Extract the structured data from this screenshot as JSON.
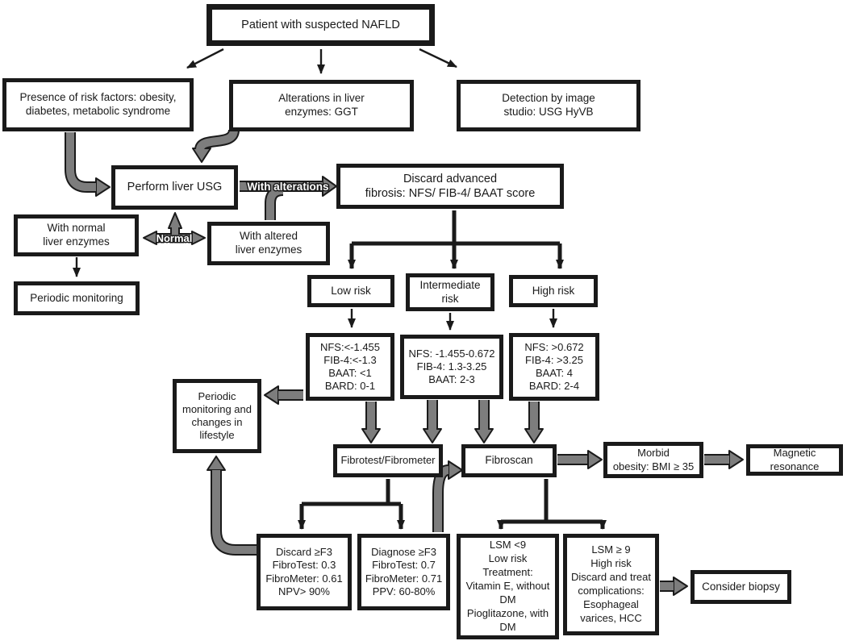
{
  "diagram": {
    "colors": {
      "line": "#1a1a1a",
      "arrow_gray": "#7d7d7d",
      "box_fill": "#ffffff",
      "label_text": "#ffffff"
    },
    "nodes": {
      "patient": {
        "label": "Patient with suspected NAFLD"
      },
      "risk_factors": {
        "label": "Presence of risk factors: obesity,\ndiabetes, metabolic syndrome"
      },
      "liver_enzymes": {
        "label": "Alterations in liver\nenzymes: GGT"
      },
      "image_detection": {
        "label": "Detection by image\nstudio: USG HyVB"
      },
      "perform_usg": {
        "label": "Perform liver USG"
      },
      "discard_fibrosis": {
        "label": "Discard advanced\nfibrosis: NFS/ FIB-4/ BAAT score"
      },
      "normal_enzymes": {
        "label": "With normal\nliver enzymes"
      },
      "altered_enzymes": {
        "label": "With altered\nliver enzymes"
      },
      "periodic_monitoring": {
        "label": "Periodic monitoring"
      },
      "low_risk": {
        "label": "Low risk"
      },
      "intermediate_risk": {
        "label": "Intermediate\nrisk"
      },
      "high_risk": {
        "label": "High risk"
      },
      "low_scores": {
        "label": "NFS:<-1.455\nFIB-4:<-1.3\nBAAT: <1\nBARD: 0-1"
      },
      "mid_scores": {
        "label": "NFS: -1.455-0.672\nFIB-4: 1.3-3.25\nBAAT: 2-3"
      },
      "high_scores": {
        "label": "NFS: >0.672\nFIB-4: >3.25\nBAAT: 4\nBARD: 2-4"
      },
      "lifestyle": {
        "label": "Periodic\nmonitoring and\nchanges in\nlifestyle"
      },
      "fibrotest": {
        "label": "Fibrotest/Fibrometer"
      },
      "fibroscan": {
        "label": "Fibroscan"
      },
      "morbid_obesity": {
        "label": "Morbid\nobesity: BMI ≥ 35"
      },
      "magnetic_resonance": {
        "label": "Magnetic\nresonance"
      },
      "discard_f3": {
        "label": "Discard ≥F3\nFibroTest: 0.3\nFibroMeter: 0.61\nNPV> 90%"
      },
      "diagnose_f3": {
        "label": "Diagnose ≥F3\nFibroTest: 0.7\nFibroMeter: 0.71\nPPV: 60-80%"
      },
      "lsm_low": {
        "label": "LSM <9\nLow risk\nTreatment:\nVitamin E, without\nDM\nPioglitazone, with\nDM"
      },
      "lsm_high": {
        "label": "LSM ≥ 9\nHigh risk\nDiscard and treat\ncomplications:\nEsophageal\nvarices, HCC"
      },
      "biopsy": {
        "label": "Consider biopsy"
      }
    },
    "edge_labels": {
      "with_alterations": "With alterations",
      "normal": "Normal"
    }
  }
}
